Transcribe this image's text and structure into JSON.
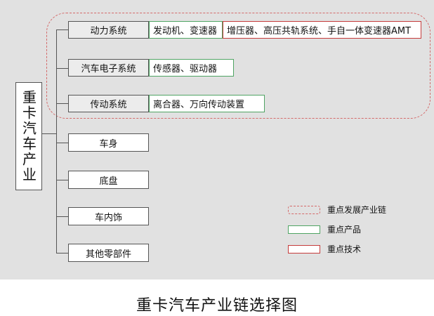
{
  "root": {
    "label": "重卡汽车产业"
  },
  "categories": [
    {
      "label": "动力系统",
      "products": "发动机、变速器",
      "technology": "增压器、高压共轨系统、手自一体变速器AMT"
    },
    {
      "label": "汽车电子系统",
      "products": "传感器、驱动器"
    },
    {
      "label": "传动系统",
      "products": "离合器、万向传动装置"
    },
    {
      "label": "车身"
    },
    {
      "label": "底盘"
    },
    {
      "label": "车内饰"
    },
    {
      "label": "其他零部件"
    }
  ],
  "legend": {
    "items": [
      {
        "label": "重点发展产业链",
        "color": "#d46a6a"
      },
      {
        "label": "重点产品",
        "color": "#4fa463"
      },
      {
        "label": "重点技术",
        "color": "#c53b3b"
      }
    ]
  },
  "caption": "重卡汽车产业链选择图"
}
